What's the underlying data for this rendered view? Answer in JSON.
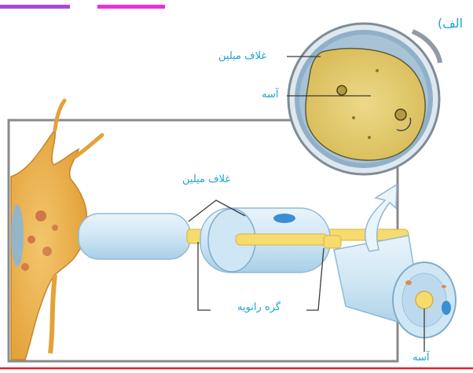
{
  "panel_label": "الف)",
  "labels": {
    "myelin_sheath_circle": "غلاف میلین",
    "axon_circle": "آسه",
    "myelin_sheath": "غلاف میلین",
    "ranvier_node": "گره رانویه",
    "axon_bottom": "آسه"
  },
  "colors": {
    "label_text": "#1aa4d6",
    "top_bar_purple": "#a54bd9",
    "top_bar_magenta": "#ec31d6",
    "frame_bottom": "#ec1c24",
    "neuron_body": "#f0c060",
    "myelin": "#cfe6f4",
    "axon": "#f6dc6e"
  }
}
